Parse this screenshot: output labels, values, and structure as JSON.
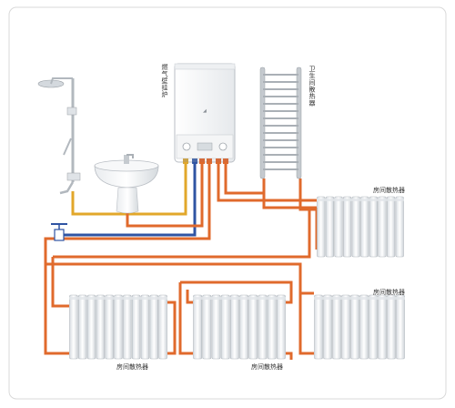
{
  "labels": {
    "boiler": "燃气壁挂炉",
    "towel_radiator": "卫生间散热器",
    "radiator_top_right": "房间散热器",
    "radiator_bottom_left": "房间散热器",
    "radiator_bottom_center": "房间散热器",
    "radiator_bottom_right": "房间散热器"
  },
  "colors": {
    "hot_water_pipe": "#e06a2c",
    "gas_pipe": "#e2a72a",
    "cold_water_pipe": "#2f54a3",
    "frame_border": "#d9d9d9"
  }
}
